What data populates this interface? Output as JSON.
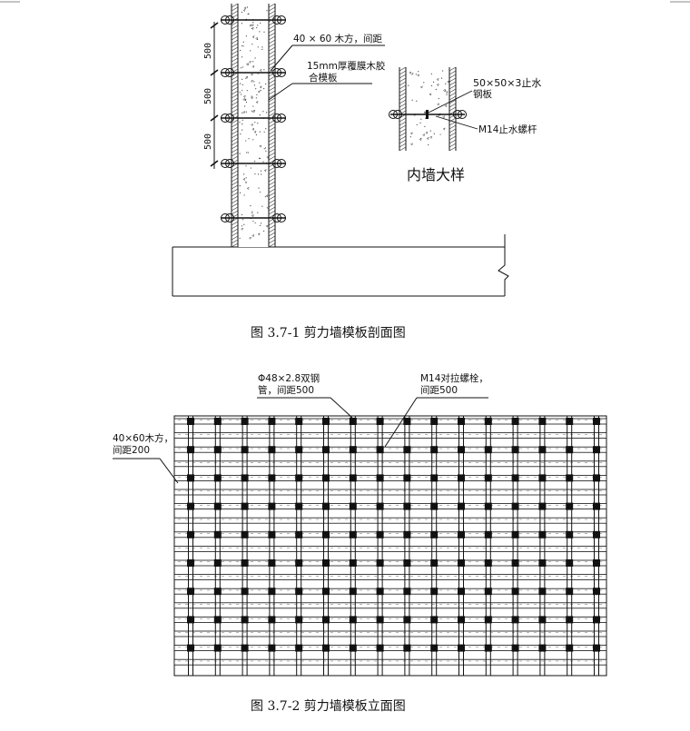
{
  "section": {
    "dims": [
      "500",
      "500",
      "500"
    ],
    "label_timber": "40 × 60 木方，间距",
    "label_plywood_1": "15mm厚覆膜木胶",
    "label_plywood_2": "合模板",
    "caption": "图 3.7-1   剪力墙模板剖面图"
  },
  "detail": {
    "label_plate_1": "50×50×3止水",
    "label_plate_2": "钢板",
    "label_bolt": "M14止水螺杆",
    "title": "内墙大样"
  },
  "elevation": {
    "label_pipe_1": "Φ48×2.8双钢",
    "label_pipe_2": "管，间距500",
    "label_bolt_1": "M14对拉螺栓，",
    "label_bolt_2": "间距500",
    "label_timber_1": "40×60木方，",
    "label_timber_2": "间距200",
    "caption": "图 3.7-2   剪力墙模板立面图"
  }
}
